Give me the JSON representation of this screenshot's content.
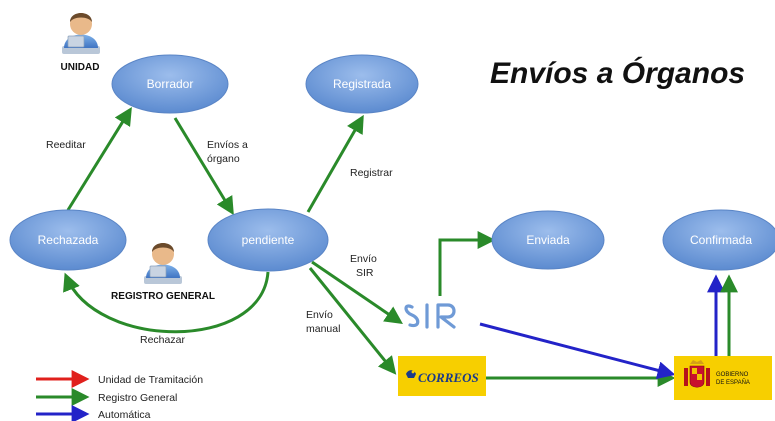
{
  "title": "Envíos a Órganos",
  "nodes": {
    "borrador": "Borrador",
    "registrada": "Registrada",
    "rechazada": "Rechazada",
    "pendiente": "pendiente",
    "enviada": "Enviada",
    "confirmada": "Confirmada"
  },
  "roles": {
    "unidad": "UNIDAD",
    "registro_general": "REGISTRO GENERAL"
  },
  "edges": {
    "reeditar": "Reeditar",
    "envios_a_organo_line1": "Envíos a",
    "envios_a_organo_line2": "órgano",
    "registrar": "Registrar",
    "envio_sir_line1": "Envío",
    "envio_sir_line2": "SIR",
    "envio_manual_line1": "Envío",
    "envio_manual_line2": "manual",
    "rechazar": "Rechazar"
  },
  "logos": {
    "sir": "SIR",
    "correos": "CORREOS",
    "gobierno_line1": "GOBIERNO",
    "gobierno_line2": "DE ESPAÑA"
  },
  "legend": [
    {
      "label": "Unidad de Tramitación",
      "color": "#e0201c"
    },
    {
      "label": "Registro General",
      "color": "#2a8a2a"
    },
    {
      "label": "Automática",
      "color": "#2323c8"
    }
  ],
  "colors": {
    "node_fill": "#6e9bd9",
    "green_arrow": "#2a8a2a",
    "blue_arrow": "#2323c8",
    "logo_yellow": "#f7cf00"
  }
}
